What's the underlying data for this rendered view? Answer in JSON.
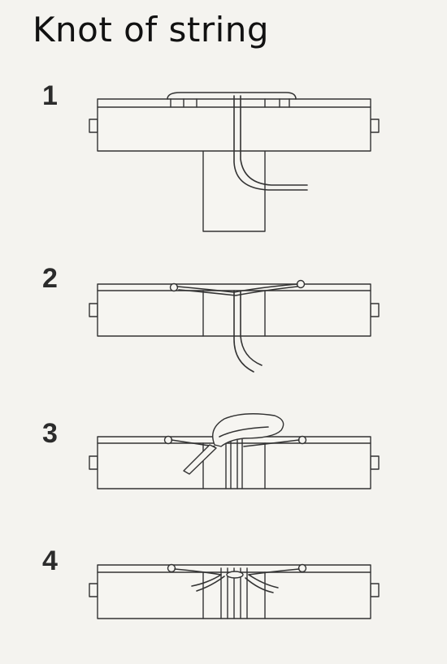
{
  "title": "Knot of string",
  "steps": [
    {
      "number": "1"
    },
    {
      "number": "2"
    },
    {
      "number": "3"
    },
    {
      "number": "4"
    }
  ]
}
